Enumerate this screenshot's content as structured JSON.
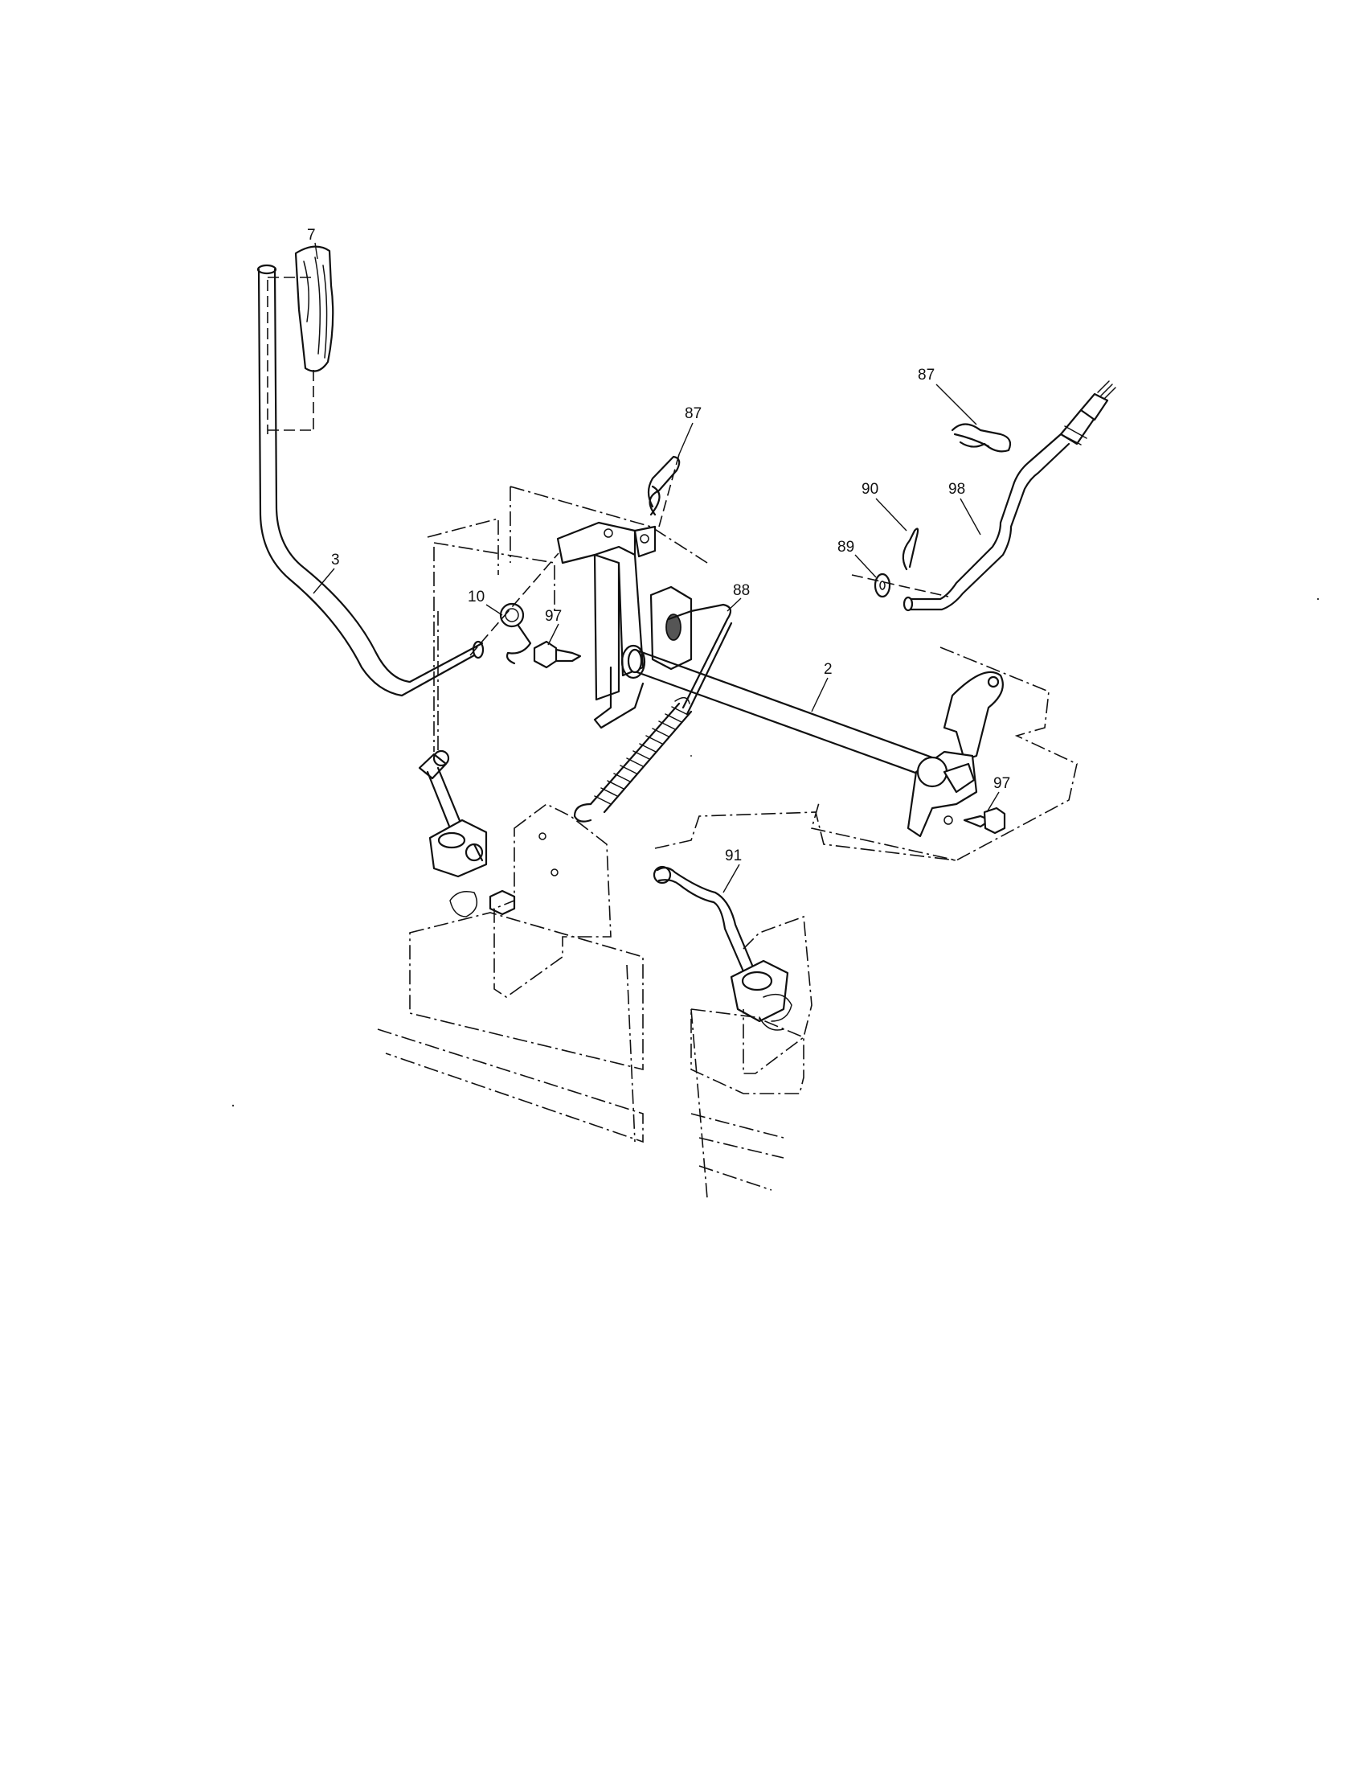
{
  "callouts": [
    {
      "id": "c7",
      "label": "7"
    },
    {
      "id": "c3",
      "label": "3"
    },
    {
      "id": "c10",
      "label": "10"
    },
    {
      "id": "c97a",
      "label": "97"
    },
    {
      "id": "c87a",
      "label": "87"
    },
    {
      "id": "c88",
      "label": "88"
    },
    {
      "id": "c2",
      "label": "2"
    },
    {
      "id": "c87b",
      "label": "87"
    },
    {
      "id": "c90",
      "label": "90"
    },
    {
      "id": "c98",
      "label": "98"
    },
    {
      "id": "c89",
      "label": "89"
    },
    {
      "id": "c97b",
      "label": "97"
    },
    {
      "id": "c91",
      "label": "91"
    }
  ]
}
